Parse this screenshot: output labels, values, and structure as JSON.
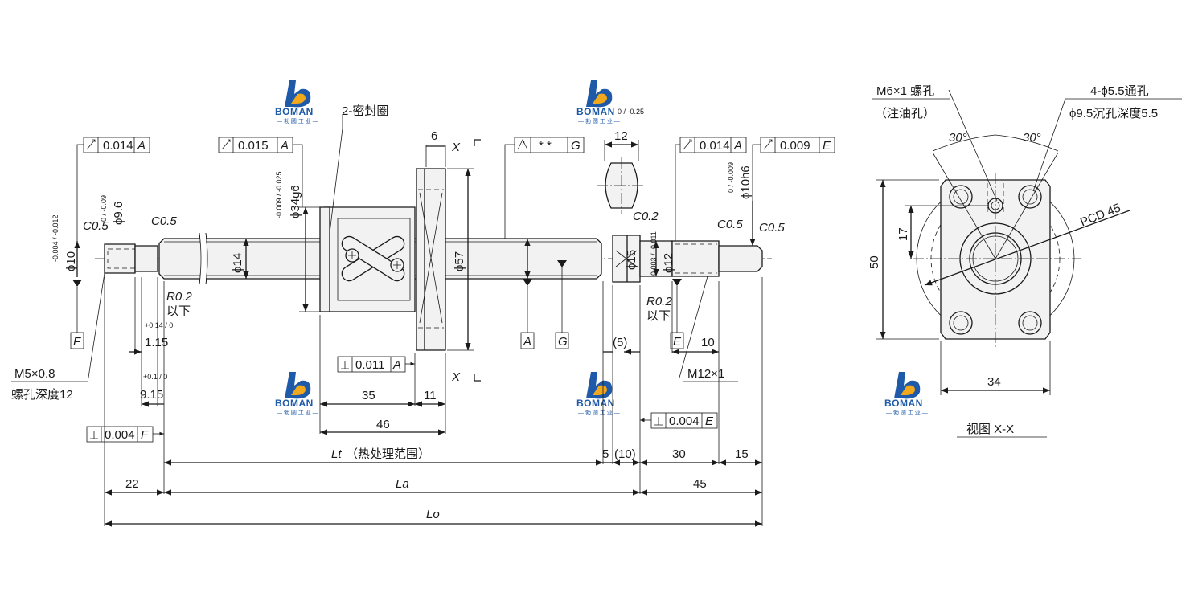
{
  "brand": {
    "name": "BOMAN",
    "subtitle": "— 勃 圆 工 业 —",
    "color_blue": "#1e5aa8",
    "color_yellow": "#f1a81d"
  },
  "labels": {
    "seal": "2-密封圈",
    "heat_treat": "（热处理范围）",
    "m5": "M5×0.8",
    "m5_depth": "螺孔深度12",
    "m12": "M12×1",
    "r02_left": "R0.2",
    "r02_right": "R0.2",
    "below_left": "以下",
    "below_right": "以下",
    "x_mark": "X",
    "view_xx": "视图 X-X",
    "m6": "M6×1 螺孔",
    "grease": "（注油孔）",
    "thru": "4-ϕ5.5通孔",
    "cbore": "ϕ9.5沉孔深度5.5",
    "pcd": "PCD 45",
    "deg30a": "30°",
    "deg30b": "30°"
  },
  "tolerance_frames": [
    {
      "value": "0.014",
      "datum": "A"
    },
    {
      "value": "0.015",
      "datum": "A"
    },
    {
      "value": "* *",
      "datum": "G"
    },
    {
      "value": "0.014",
      "datum": "A"
    },
    {
      "value": "0.009",
      "datum": "E"
    },
    {
      "value": "0.011",
      "datum": "A"
    },
    {
      "value": "0.004",
      "datum": "F"
    },
    {
      "value": "0.004",
      "datum": "E"
    }
  ],
  "datums": [
    "F",
    "A",
    "G",
    "E"
  ],
  "dimensions": {
    "d10": "ϕ10",
    "d10_tol": "-0.004 / -0.012",
    "d96": "ϕ9.6",
    "d96_tol": "0 / -0.09",
    "c05a": "C0.5",
    "c05b": "C0.5",
    "c05c": "C0.5",
    "c05d": "C0.5",
    "c02": "C0.2",
    "d14": "ϕ14",
    "d34": "ϕ34g6",
    "d34_tol": "-0.009 / -0.025",
    "d57": "ϕ57",
    "d15": "ϕ15",
    "d12": "ϕ12",
    "d12_tol": "-0.003 / -0.011",
    "d10h6": "ϕ10h6",
    "d10h6_tol": "0 / -0.009",
    "key_w": "12",
    "key_tol": "0 / -0.25",
    "flange_t": "6",
    "len_115": "1.15",
    "len_115_tol": "+0.14 / 0",
    "len_915": "9.15",
    "len_915_tol": "+0.1 / 0",
    "len_35": "35",
    "len_11": "11",
    "len_46": "46",
    "len_5": "5",
    "len_10p": "(10)",
    "len_5p": "(5)",
    "len_30": "30",
    "len_15": "15",
    "len_10": "10",
    "len_22": "22",
    "len_45": "45",
    "Lt": "Lt",
    "La": "La",
    "Lo": "Lo",
    "h50": "50",
    "h17": "17",
    "w34": "34"
  }
}
